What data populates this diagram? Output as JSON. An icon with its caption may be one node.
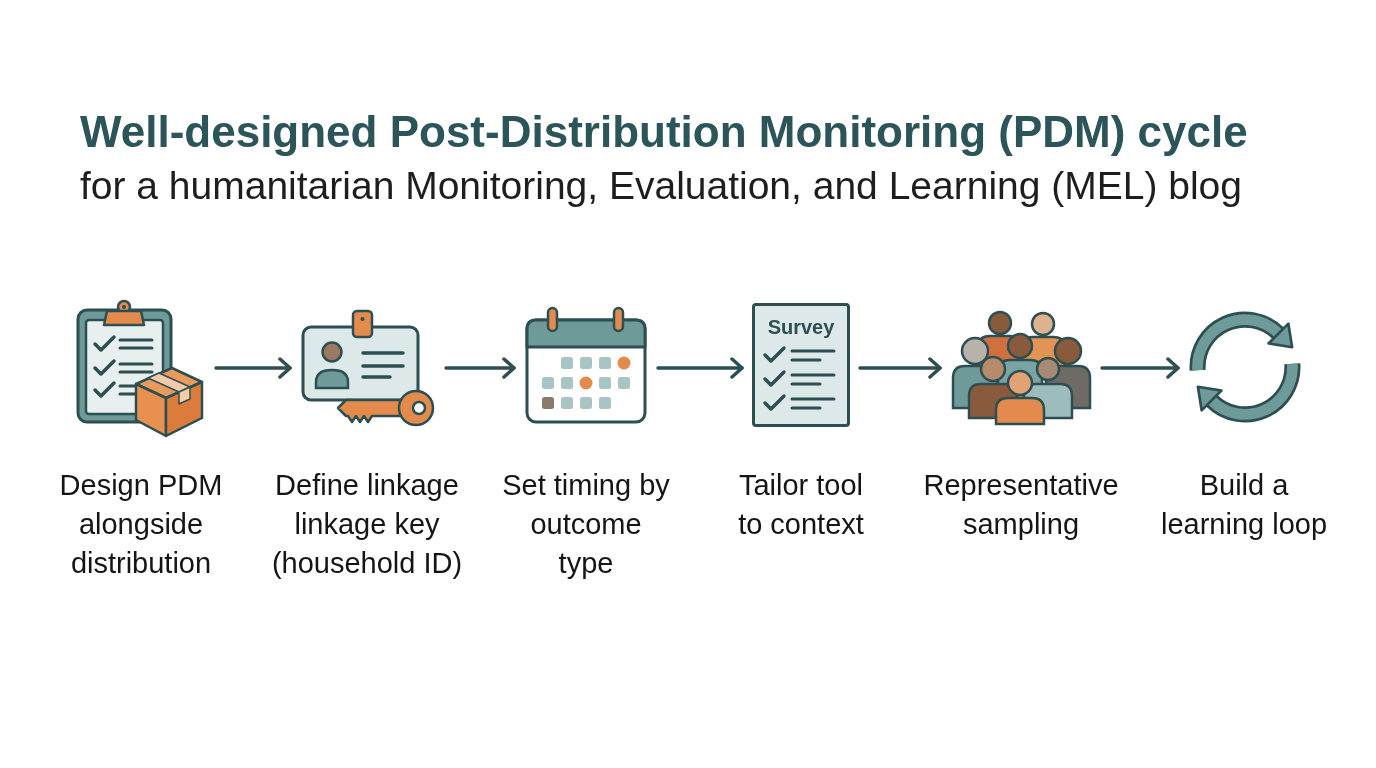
{
  "diagram": {
    "title": "Well-designed Post-Distribution Monitoring (PDM) cycle",
    "nodes": [
      {
        "text": [],
        "shape": "picture",
        "beside": [
          "Design PDM alongside distribution"
        ]
      },
      {
        "text": [],
        "shape": "picture",
        "beside": [
          "Define linkage linkage key (household ID)"
        ]
      },
      {
        "text": [],
        "shape": "picture",
        "beside": [
          "Set timing by outcome type"
        ]
      },
      {
        "text": [
          "Survey"
        ],
        "beside": [
          "Tailor tool to context"
        ]
      },
      {
        "text": [],
        "shape": "picture",
        "beside": [
          "Representative sampling"
        ]
      },
      {
        "text": [],
        "shape": "picture",
        "beside": [
          "Build a learning loop"
        ]
      }
    ],
    "edges": [
      {
        "from": 0,
        "to": 1,
        "arrow": "to"
      },
      {
        "from": 1,
        "to": 2,
        "arrow": "to"
      },
      {
        "from": 2,
        "to": 3,
        "arrow": "to"
      },
      {
        "from": 3,
        "to": 4,
        "arrow": "to"
      },
      {
        "from": 4,
        "to": 5,
        "arrow": "to"
      }
    ],
    "labels": [
      "for a humanitarian Monitoring, Evaluation, and Learning (MEL) blog"
    ]
  }
}
